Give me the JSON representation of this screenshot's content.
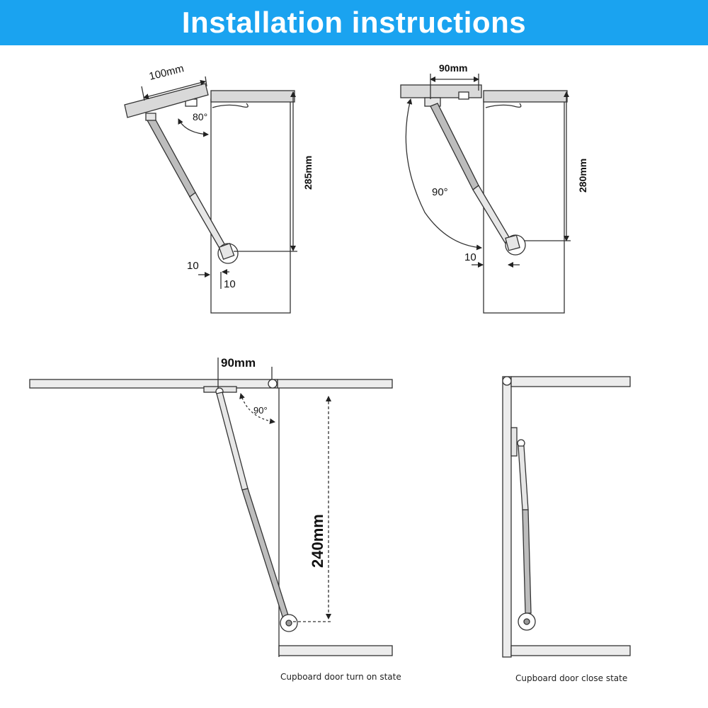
{
  "header": {
    "title": "Installation instructions",
    "background": "#1aa3f0",
    "text_color": "#ffffff"
  },
  "diagram1": {
    "width_label": "100mm",
    "angle_label": "80°",
    "height_label": "285mm",
    "offset_left_label": "10",
    "offset_bottom_label": "10"
  },
  "diagram2": {
    "width_label": "90mm",
    "angle_label": "90°",
    "height_label": "280mm",
    "offset_label": "10"
  },
  "diagram3": {
    "width_label": "90mm",
    "angle_label": "90°",
    "height_label": "240mm",
    "caption": "Cupboard door turn on state"
  },
  "diagram4": {
    "caption": "Cupboard door close state"
  },
  "colors": {
    "line": "#333333",
    "panel_fill": "#d9d9d9",
    "strut_fill": "#bdbdbd"
  }
}
